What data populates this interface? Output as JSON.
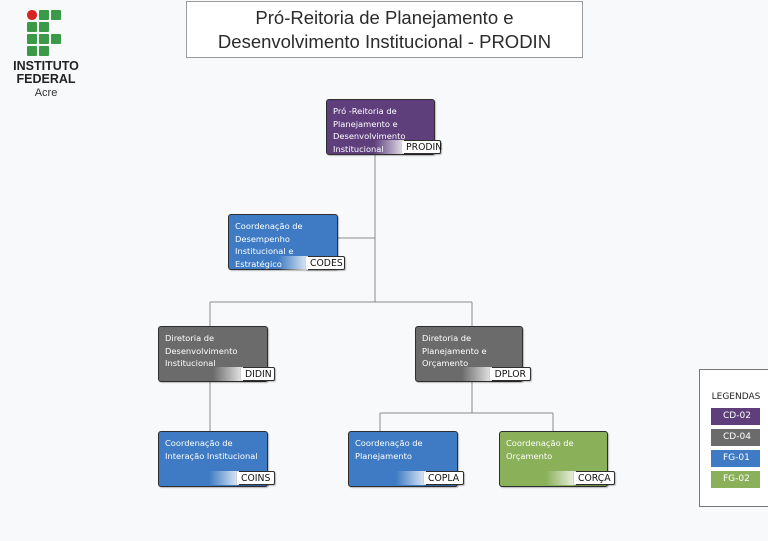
{
  "logo": {
    "line1": "INSTITUTO",
    "line2": "FEDERAL",
    "sub": "Acre"
  },
  "title": {
    "line1": "Pró-Reitoria de Planejamento e",
    "line2": "Desenvolvimento Institucional - PRODIN"
  },
  "colors": {
    "CD-02": "#5e3f7c",
    "CD-04": "#6b6b6b",
    "FG-01": "#3e7bc4",
    "FG-02": "#8bb05a"
  },
  "nodes": {
    "prodin": {
      "label": "Pró -Reitoria de Planejamento e Desenvolvimento Institucional",
      "code": "PRODIN"
    },
    "codes": {
      "label": "Coordenação de Desempenho Institucional e Estratégico",
      "code": "CODES"
    },
    "didin": {
      "label": "Diretoria de Desenvolvimento Institucional",
      "code": "DIDIN"
    },
    "dplor": {
      "label": "Diretoria de Planejamento e Orçamento",
      "code": "DPLOR"
    },
    "coins": {
      "label": "Coordenação de Interação Institucional",
      "code": "COINS"
    },
    "copla": {
      "label": "Coordenação de Planejamento",
      "code": "COPLA"
    },
    "corca": {
      "label": "Coordenação de Orçamento",
      "code": "CORÇA"
    }
  },
  "legend": {
    "title": "LEGENDAS",
    "items": [
      "CD-02",
      "CD-04",
      "FG-01",
      "FG-02"
    ]
  }
}
